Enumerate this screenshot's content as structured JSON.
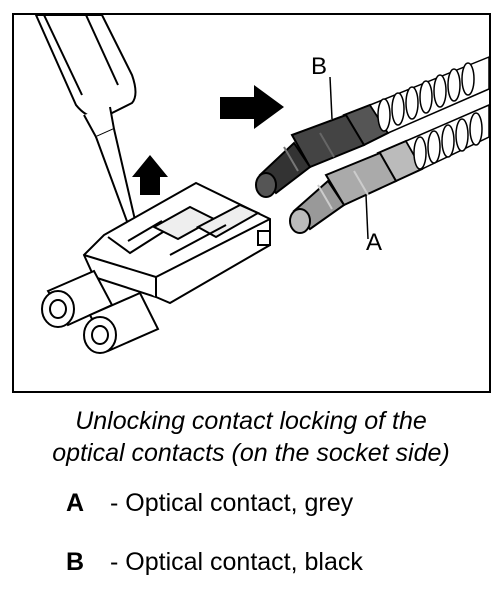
{
  "figure": {
    "callout_b": "B",
    "callout_a": "A"
  },
  "caption": {
    "line1": "Unlocking contact locking of the",
    "line2": "optical contacts (on the socket side)"
  },
  "legend": [
    {
      "key": "A",
      "text": "- Optical contact, grey"
    },
    {
      "key": "B",
      "text": "- Optical contact, black"
    }
  ]
}
